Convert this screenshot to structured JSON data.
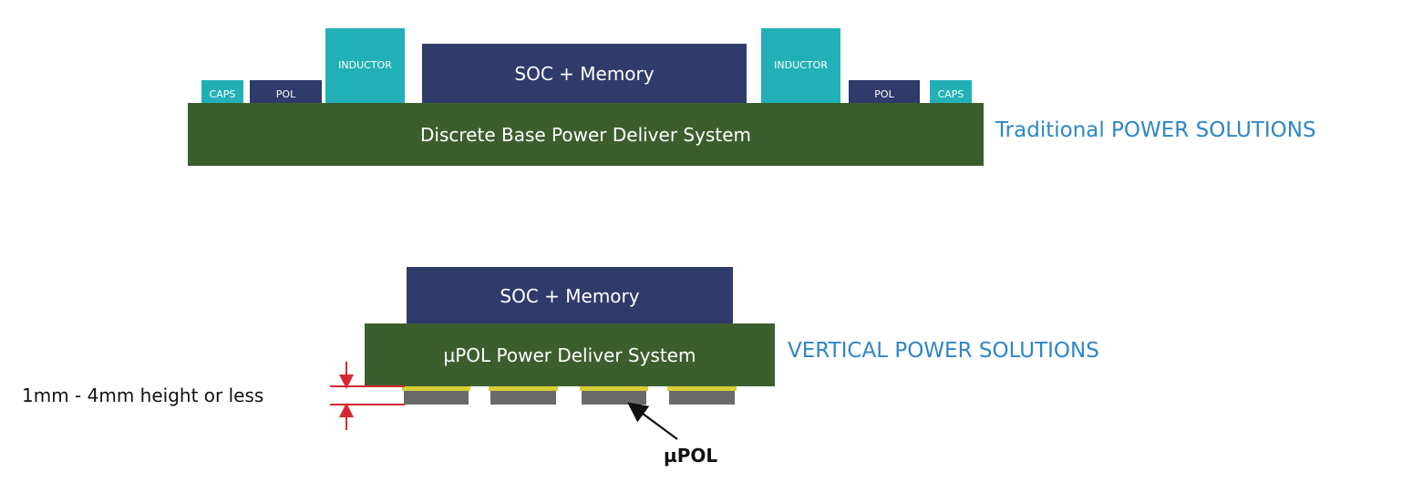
{
  "traditional": {
    "caps_left": "CAPS",
    "pol_left": "POL",
    "inductor_left": "INDUCTOR",
    "soc": "SOC + Memory",
    "inductor_right": "INDUCTOR",
    "pol_right": "POL",
    "caps_right": "CAPS",
    "base": "Discrete Base Power Deliver System",
    "caption": "Traditional POWER SOLUTIONS"
  },
  "vertical": {
    "soc": "SOC + Memory",
    "base": "µPOL Power Deliver System",
    "caption": "VERTICAL POWER SOLUTIONS",
    "height_note": "1mm - 4mm height or less",
    "upol_label": "µPOL"
  },
  "colors": {
    "navy": "#2f3b6b",
    "teal": "#22b0b7",
    "green": "#3c5e2f",
    "caption_blue": "#2e86c6",
    "arrow_red": "#d7282f",
    "chip_gold": "#d7cf36",
    "chip_gray": "#6a6a6a"
  }
}
